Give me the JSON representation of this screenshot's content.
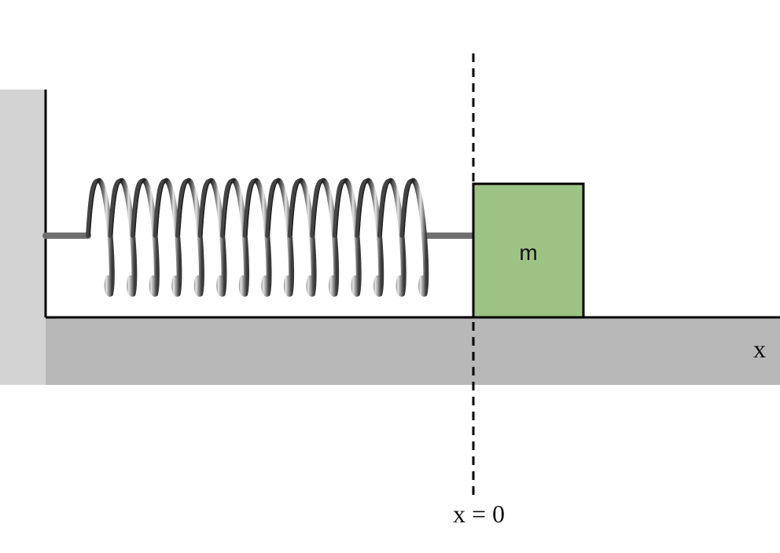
{
  "labels": {
    "mass": "m",
    "axis": "x",
    "equilibrium": "x = 0"
  },
  "spring": {
    "coils": 15
  },
  "colors": {
    "wall": "#d3d3d3",
    "floor": "#b8b8b8",
    "mass_fill": "#9dc384",
    "outline": "#000000",
    "spring_dark": "#2f2f2f",
    "spring_mid": "#7d7d7d",
    "spring_light": "#e6e6e6"
  }
}
